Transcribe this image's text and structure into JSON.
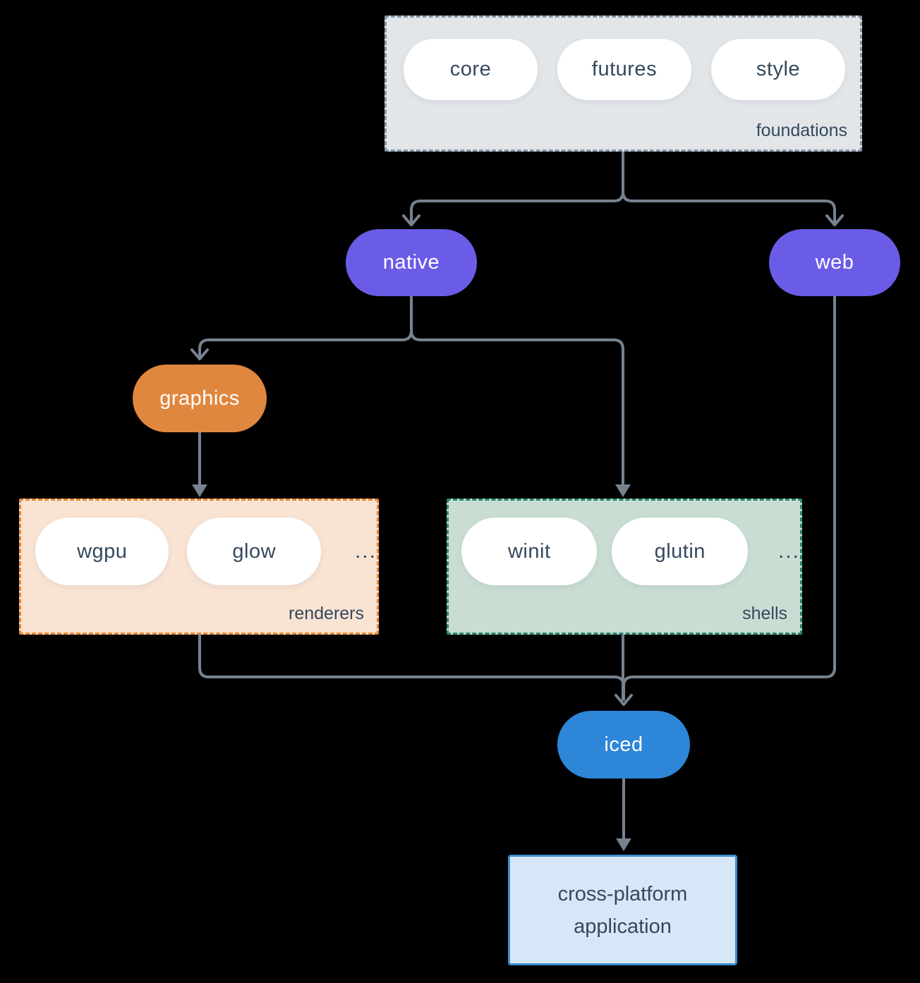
{
  "diagram": {
    "groups": {
      "foundations": {
        "label": "foundations",
        "pills": [
          {
            "label": "core"
          },
          {
            "label": "futures"
          },
          {
            "label": "style"
          }
        ]
      },
      "renderers": {
        "label": "renderers",
        "pills": [
          {
            "label": "wgpu"
          },
          {
            "label": "glow"
          }
        ],
        "ellipsis": "..."
      },
      "shells": {
        "label": "shells",
        "pills": [
          {
            "label": "winit"
          },
          {
            "label": "glutin"
          }
        ],
        "ellipsis": "..."
      }
    },
    "nodes": {
      "native": {
        "label": "native"
      },
      "web": {
        "label": "web"
      },
      "graphics": {
        "label": "graphics"
      },
      "iced": {
        "label": "iced"
      },
      "application": {
        "label": "cross-platform application"
      }
    },
    "colors": {
      "background": "#000000",
      "connector": "#76828f",
      "foundations_bg": "#e2e6e9",
      "foundations_border": "#8494a4",
      "pill_bg": "#ffffff",
      "pill_text": "#35495e",
      "purple": "#6b5ce7",
      "orange": "#e0873f",
      "renderers_bg": "#f9e3d3",
      "renderers_border": "#e8862d",
      "shells_bg": "#c9ddd3",
      "shells_border": "#268673",
      "iced_blue": "#2d86d8",
      "app_bg": "#d8e7f7",
      "app_border": "#3e8ed0"
    }
  }
}
